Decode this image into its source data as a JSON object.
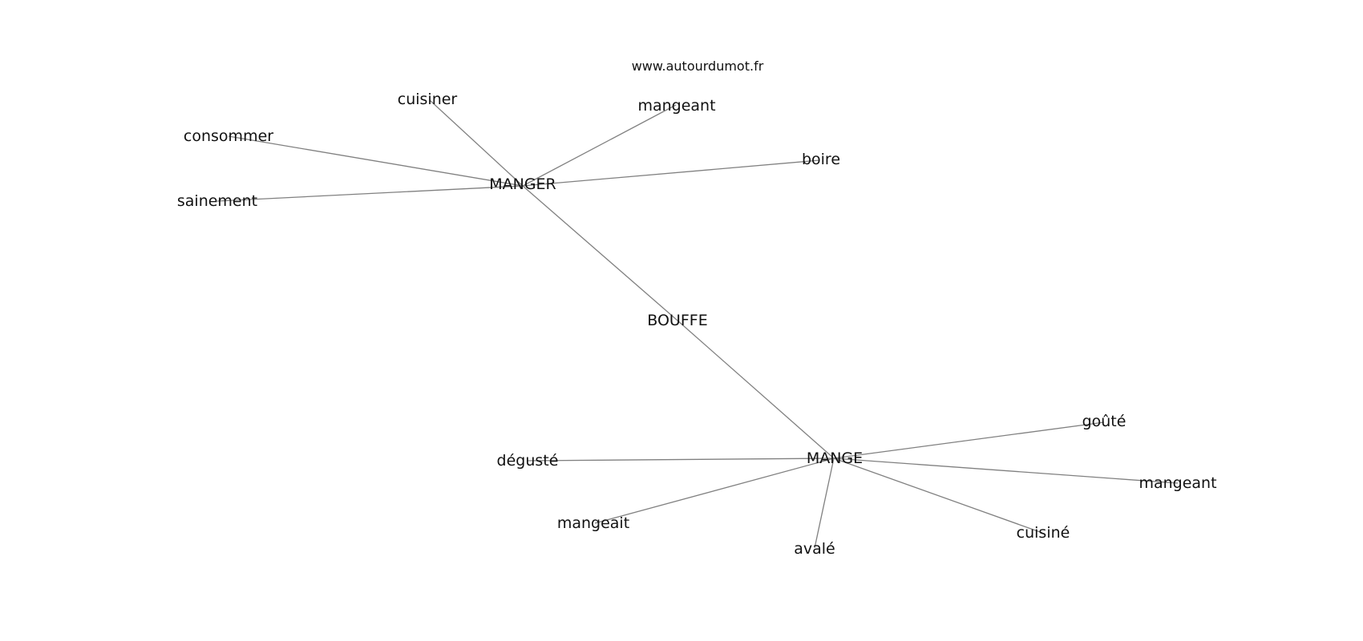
{
  "source": "www.autourdumot.fr",
  "center": {
    "id": "bouffe",
    "label": "BOUFFE"
  },
  "hubs": [
    {
      "id": "manger",
      "label": "MANGER",
      "neighbors": [
        {
          "id": "cuisiner",
          "label": "cuisiner"
        },
        {
          "id": "mangeant-1",
          "label": "mangeant"
        },
        {
          "id": "boire",
          "label": "boire"
        },
        {
          "id": "consommer",
          "label": "consommer"
        },
        {
          "id": "sainement",
          "label": "sainement"
        }
      ]
    },
    {
      "id": "mange",
      "label": "MANGE",
      "neighbors": [
        {
          "id": "goute",
          "label": "goûté"
        },
        {
          "id": "mangeant-2",
          "label": "mangeant"
        },
        {
          "id": "cuisine",
          "label": "cuisiné"
        },
        {
          "id": "avale",
          "label": "avalé"
        },
        {
          "id": "mangeait",
          "label": "mangeait"
        },
        {
          "id": "deguste",
          "label": "dégusté"
        }
      ]
    }
  ],
  "edge_color": "#808080"
}
